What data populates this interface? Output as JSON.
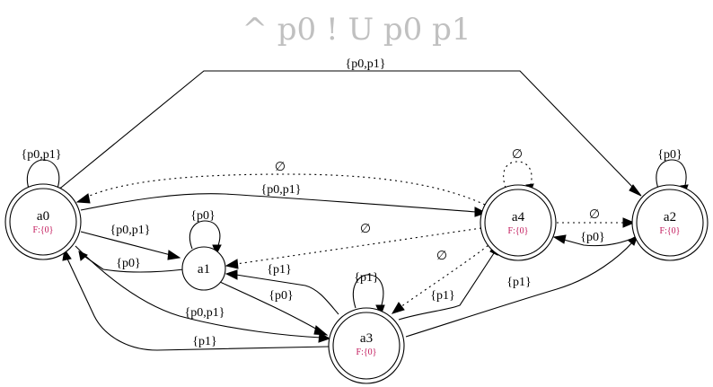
{
  "title": "^ p0 ! U p0 p1",
  "nodes": {
    "a0": {
      "label": "a0",
      "sub": "F:{0}"
    },
    "a1": {
      "label": "a1"
    },
    "a2": {
      "label": "a2",
      "sub": "F:{0}",
      "fill": "#fde3c5"
    },
    "a3": {
      "label": "a3",
      "sub": "F:{0}"
    },
    "a4": {
      "label": "a4",
      "sub": "F:{0}"
    }
  },
  "edges": {
    "a0_a0": "{p0,p1}",
    "a0_a2": "{p0,p1}",
    "a0_a4": "{p0,p1}",
    "a0_a1": "{p0,p1}",
    "a0_a3": "{p0,p1}",
    "a1_a0": "{p0}",
    "a1_a1": "{p0}",
    "a1_a3": "{p0}",
    "a3_a1": "{p1}",
    "a3_a0": "{p1}",
    "a3_a3": "{p1}",
    "a3_a4": "{p1}",
    "a3_a2": "{p1}",
    "a4_a0": "∅",
    "a4_a4": "∅",
    "a4_a1": "∅",
    "a4_a3": "∅",
    "a4_a2": "∅",
    "a2_a2": "{p0}",
    "a2_a4": "{p0}"
  }
}
